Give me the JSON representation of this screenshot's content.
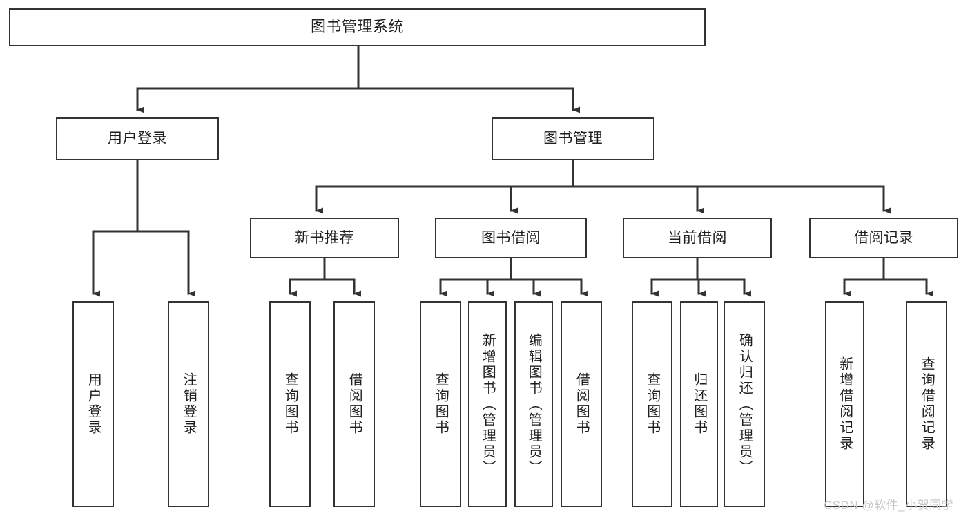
{
  "diagram": {
    "title": "图书管理系统",
    "type": "tree",
    "orientation": "top-down",
    "line_color": "#333333",
    "box_fill": "#ffffff",
    "text_color": "#1f1f1f",
    "watermark": {
      "text": "CSDN @软件_小贺同学",
      "color": "#c9c9c9"
    },
    "levels": {
      "level0": [
        {
          "id": "root",
          "label": "图书管理系统",
          "orientation": "horizontal"
        }
      ],
      "level1": [
        {
          "id": "user-login",
          "label": "用户登录",
          "orientation": "horizontal",
          "parent": "root"
        },
        {
          "id": "book-manage",
          "label": "图书管理",
          "orientation": "horizontal",
          "parent": "root"
        }
      ],
      "level2": [
        {
          "id": "new-book-rec",
          "label": "新书推荐",
          "orientation": "horizontal",
          "parent": "book-manage"
        },
        {
          "id": "book-borrow",
          "label": "图书借阅",
          "orientation": "horizontal",
          "parent": "book-manage"
        },
        {
          "id": "current-borrow",
          "label": "当前借阅",
          "orientation": "horizontal",
          "parent": "book-manage"
        },
        {
          "id": "borrow-record",
          "label": "借阅记录",
          "orientation": "horizontal",
          "parent": "book-manage"
        }
      ],
      "level3": [
        {
          "id": "leaf-user-login",
          "label": "用户登录",
          "orientation": "vertical",
          "parent": "user-login"
        },
        {
          "id": "leaf-logout-login",
          "label": "注销登录",
          "orientation": "vertical",
          "parent": "user-login"
        },
        {
          "id": "leaf-query-book-rec",
          "label": "查询图书",
          "orientation": "vertical",
          "parent": "new-book-rec"
        },
        {
          "id": "leaf-borrow-book-rec",
          "label": "借阅图书",
          "orientation": "vertical",
          "parent": "new-book-rec"
        },
        {
          "id": "leaf-query-book-borrow",
          "label": "查询图书",
          "orientation": "vertical",
          "parent": "book-borrow"
        },
        {
          "id": "leaf-add-book-admin",
          "label": "新增图书（管理员）",
          "orientation": "vertical",
          "parent": "book-borrow"
        },
        {
          "id": "leaf-edit-book-admin",
          "label": "编辑图书（管理员）",
          "orientation": "vertical",
          "parent": "book-borrow"
        },
        {
          "id": "leaf-borrow-book",
          "label": "借阅图书",
          "orientation": "vertical",
          "parent": "book-borrow"
        },
        {
          "id": "leaf-query-book-current",
          "label": "查询图书",
          "orientation": "vertical",
          "parent": "current-borrow"
        },
        {
          "id": "leaf-return-book",
          "label": "归还图书",
          "orientation": "vertical",
          "parent": "current-borrow"
        },
        {
          "id": "leaf-confirm-return-admin",
          "label": "确认归还（管理员）",
          "orientation": "vertical",
          "parent": "current-borrow"
        },
        {
          "id": "leaf-add-borrow-record",
          "label": "新增借阅记录",
          "orientation": "vertical",
          "parent": "borrow-record"
        },
        {
          "id": "leaf-query-borrow-record",
          "label": "查询借阅记录",
          "orientation": "vertical",
          "parent": "borrow-record"
        }
      ]
    }
  }
}
